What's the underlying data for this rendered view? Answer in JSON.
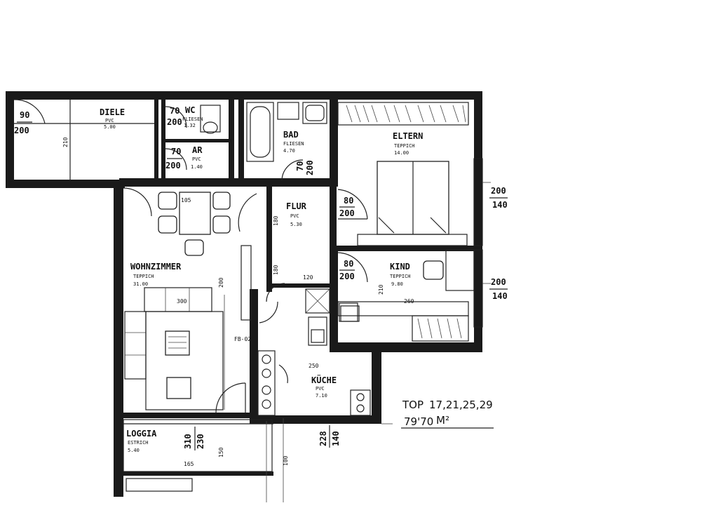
{
  "rooms": {
    "diele": {
      "name": "DIELE",
      "floor": "PVC",
      "area": "5.00"
    },
    "wc": {
      "name": "WC",
      "floor": "FLIESEN",
      "area": "1.32"
    },
    "ar": {
      "name": "AR",
      "floor": "PVC",
      "area": "1.40"
    },
    "bad": {
      "name": "BAD",
      "floor": "FLIESEN",
      "area": "4.70"
    },
    "eltern": {
      "name": "ELTERN",
      "floor": "TEPPICH",
      "area": "14.00"
    },
    "flur": {
      "name": "FLUR",
      "floor": "PVC",
      "area": "5.30"
    },
    "wohn": {
      "name": "WOHNZIMMER",
      "floor": "TEPPICH",
      "area": "31.00"
    },
    "kind": {
      "name": "KIND",
      "floor": "TEPPICH",
      "area": "9.80"
    },
    "kueche": {
      "name": "KÜCHE",
      "floor": "PVC",
      "area": "7.10"
    },
    "loggia": {
      "name": "LOGGIA",
      "floor": "ESTRICH",
      "area": "5.40"
    }
  },
  "doors": {
    "entry": {
      "w": "90",
      "h": "200"
    },
    "wc": {
      "w": "70",
      "h": "200"
    },
    "ar": {
      "w": "70",
      "h": "200"
    },
    "bad": {
      "w": "70",
      "h": "200"
    },
    "eltern": {
      "w": "80",
      "h": "200"
    },
    "kind": {
      "w": "80",
      "h": "200"
    }
  },
  "windows": {
    "eltern": {
      "w": "200",
      "h": "140"
    },
    "kind": {
      "w": "200",
      "h": "140"
    },
    "loggia": {
      "w": "310",
      "h": "230"
    },
    "kueche": {
      "w": "228",
      "h": "140"
    }
  },
  "dims": {
    "d210a": "210",
    "d250": "250",
    "d300": "300",
    "d210b": "210",
    "d180a": "180",
    "d180b": "180",
    "d120": "120",
    "d100": "100",
    "d260": "260",
    "d200": "200",
    "d165": "165",
    "d150": "150",
    "d105": "105"
  },
  "label_fb02": "FB-02",
  "top": {
    "label": "TOP",
    "numbers": "17,21,25,29",
    "area_value": "79'70",
    "area_unit": "M²"
  }
}
